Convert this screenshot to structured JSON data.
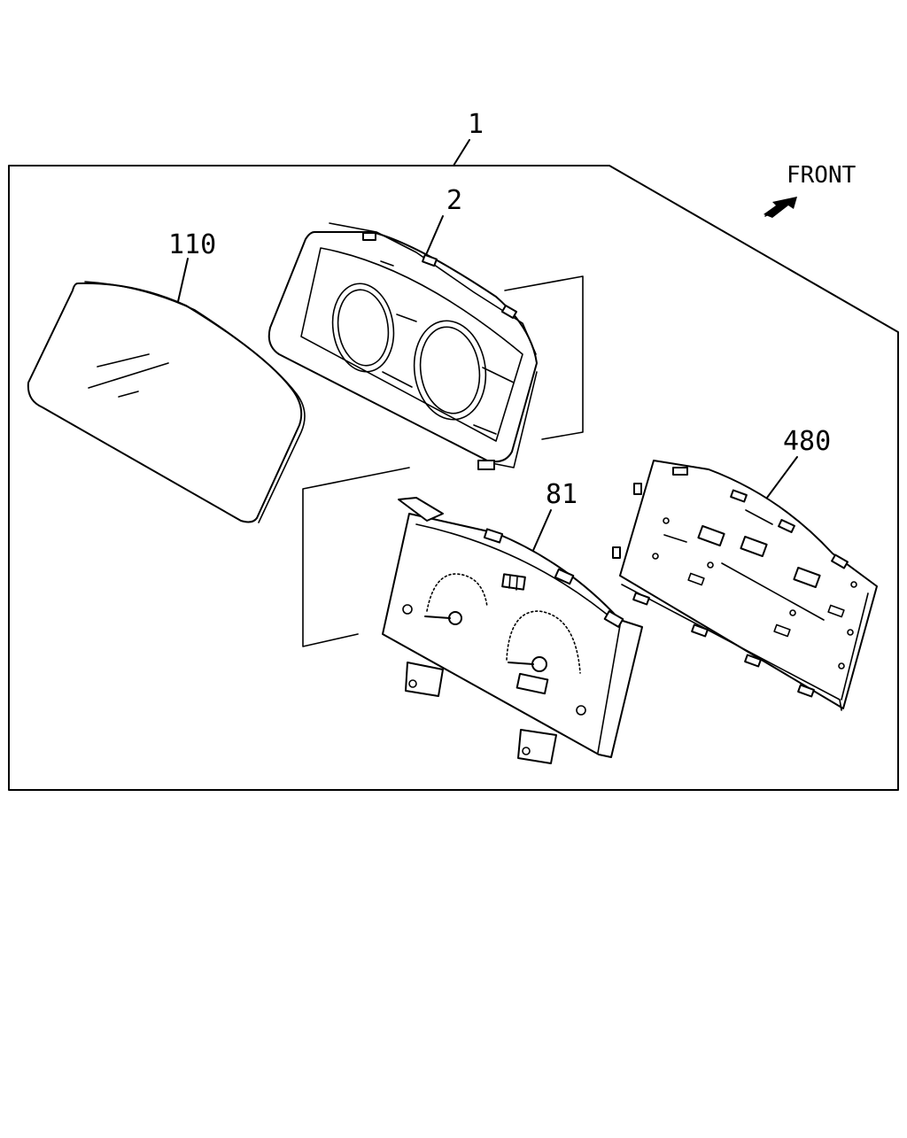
{
  "diagram": {
    "orientation_label": "FRONT",
    "orientation_icon": "front-arrow-icon",
    "callouts": {
      "assembly": "1",
      "bezel": "2",
      "lens": "110",
      "dial_plate": "81",
      "circuit_board": "480"
    }
  }
}
